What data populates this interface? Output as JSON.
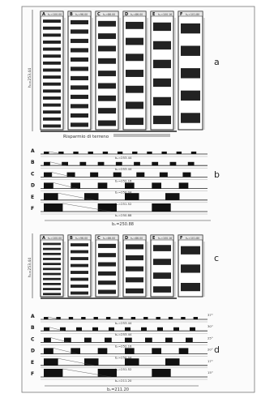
{
  "section_letters": [
    "a",
    "b",
    "c",
    "d"
  ],
  "facade_labels": [
    "A",
    "B",
    "C",
    "D",
    "E",
    "F"
  ],
  "row_labels": [
    "A",
    "B",
    "C",
    "D",
    "E",
    "F"
  ],
  "caption_a": "Risparmio di terreno",
  "dims": {
    "a_hb": "hₒ=253.44",
    "c_hb": "hₒ=253.44",
    "b_total": "bₒ=250.88",
    "d_total": "bₒ=211.20"
  },
  "a_heights": [
    "hₒ=100.00",
    "hₒ=96.00",
    "hₒ=86.00",
    "hₒ=86.00",
    "hₒ=100.16",
    "hₒ=101.80"
  ],
  "c_heights": [
    "hₒ=100.00",
    "hₒ=96.00",
    "hₒ=86.00",
    "hₒ=86.00",
    "hₒ=100.16",
    "hₒ=101.80"
  ],
  "b_rows": [
    "bₒ=253.44",
    "bₒ=253.44",
    "bₒ=252.16",
    "bₒ=250.04",
    "bₒ=251.52",
    "bₒ=250.88"
  ],
  "d_rows": [
    "bₒ=253.44",
    "bₒ=253.44",
    "bₒ=252.16",
    "bₒ=250.04",
    "bₒ=251.52",
    "bₒ=211.20"
  ],
  "angles": [
    "37°",
    "30°",
    "25°",
    "20°",
    "17°",
    "15°"
  ]
}
